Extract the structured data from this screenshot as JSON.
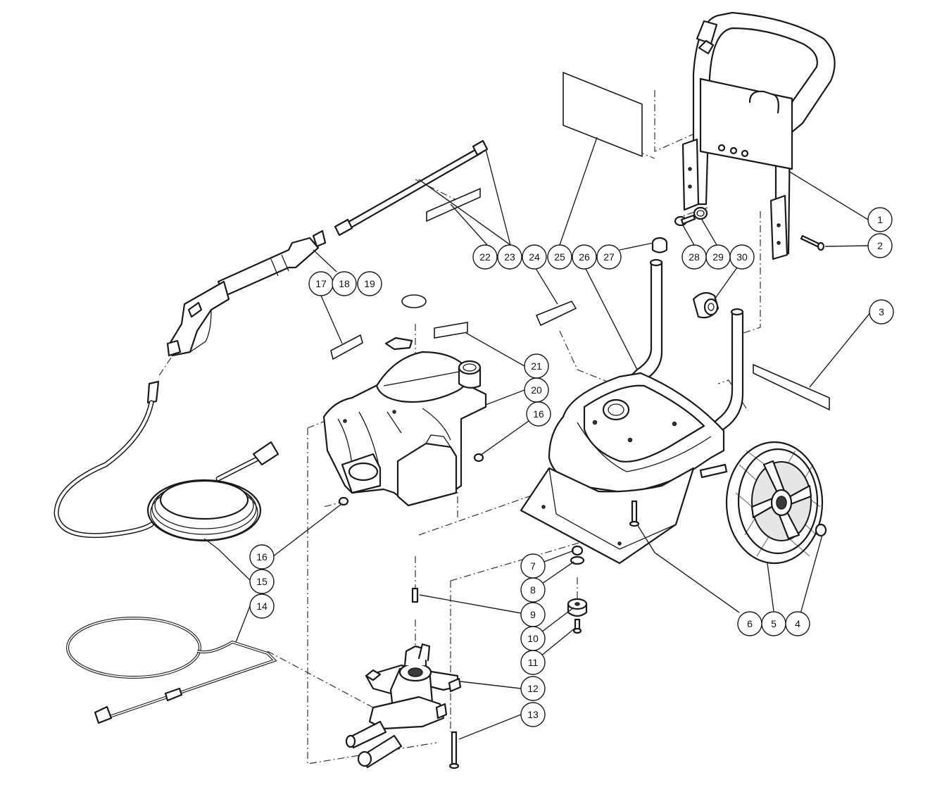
{
  "callouts": {
    "c1": "1",
    "c2": "2",
    "c3": "3",
    "c4": "4",
    "c5": "5",
    "c6": "6",
    "c7": "7",
    "c8": "8",
    "c9": "9",
    "c10": "10",
    "c11": "11",
    "c12": "12",
    "c13": "13",
    "c14": "14",
    "c15": "15",
    "c16a": "16",
    "c16b": "16",
    "c17": "17",
    "c18": "18",
    "c19": "19",
    "c20": "20",
    "c21": "21",
    "c22": "22",
    "c23": "23",
    "c24": "24",
    "c25": "25",
    "c26": "26",
    "c27": "27",
    "c28": "28",
    "c29": "29",
    "c30": "30"
  },
  "colors": {
    "line": "#1a1a1a",
    "background": "#ffffff",
    "fill_light": "#e6e6e6"
  }
}
